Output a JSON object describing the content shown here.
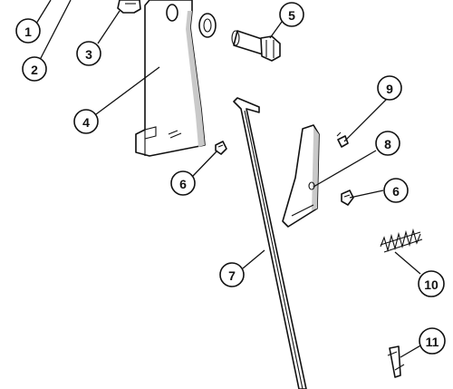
{
  "callouts": [
    {
      "id": "1",
      "label": "1"
    },
    {
      "id": "2",
      "label": "2"
    },
    {
      "id": "3",
      "label": "3"
    },
    {
      "id": "4",
      "label": "4"
    },
    {
      "id": "5",
      "label": "5"
    },
    {
      "id": "6a",
      "label": "6"
    },
    {
      "id": "6b",
      "label": "6"
    },
    {
      "id": "7",
      "label": "7"
    },
    {
      "id": "8",
      "label": "8"
    },
    {
      "id": "9",
      "label": "9"
    },
    {
      "id": "10",
      "label": "10"
    },
    {
      "id": "11",
      "label": "11"
    }
  ]
}
